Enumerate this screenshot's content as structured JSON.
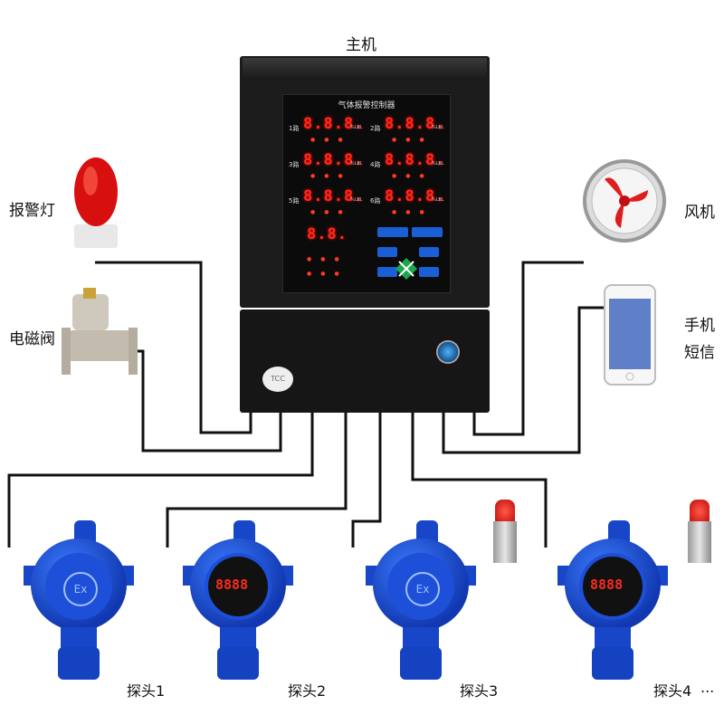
{
  "labels": {
    "host": "主机",
    "alarm_light": "报警灯",
    "valve": "电磁阀",
    "fan": "风机",
    "phone_line1": "手机",
    "phone_line2": "短信",
    "probe1": "探头1",
    "probe2": "探头2",
    "probe3": "探头3",
    "probe4": "探头4",
    "ellipsis": "..."
  },
  "panel": {
    "title": "气体报警控制器",
    "channels": [
      {
        "name": "1路",
        "value": "8.8.8."
      },
      {
        "name": "2路",
        "value": "8.8.8."
      },
      {
        "name": "3路",
        "value": "8.8.8."
      },
      {
        "name": "4路",
        "value": "8.8.8."
      },
      {
        "name": "5路",
        "value": "8.8.8."
      },
      {
        "name": "6路",
        "value": "8.8.8."
      }
    ],
    "small_display": "8.8.",
    "unit": "%LEL"
  },
  "logo_text": "TCC",
  "detectors": [
    {
      "type": "ex",
      "ex_text": "Ex"
    },
    {
      "type": "display",
      "display": "8888"
    },
    {
      "type": "ex",
      "ex_text": "Ex"
    },
    {
      "type": "display",
      "display": "8888"
    }
  ]
}
